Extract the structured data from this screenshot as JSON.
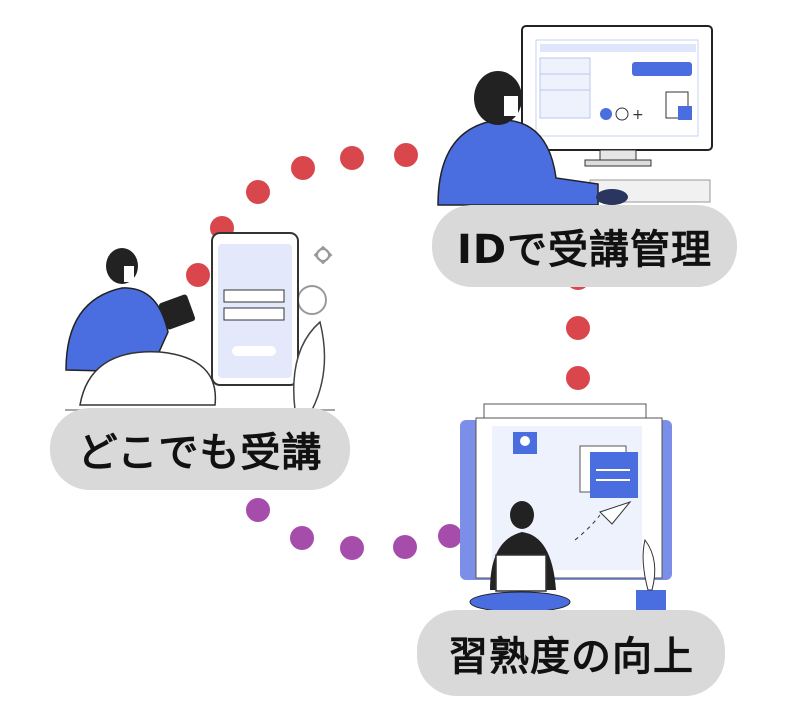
{
  "labels": {
    "id_management": "IDで受講管理",
    "anywhere": "どこでも受講",
    "skill_up": "習熟度の向上"
  },
  "colors": {
    "accent_blue": "#4a6ee0",
    "dot_red": "#d9474d",
    "dot_purple": "#a64dac",
    "pill_gray": "#d9d9d9"
  }
}
